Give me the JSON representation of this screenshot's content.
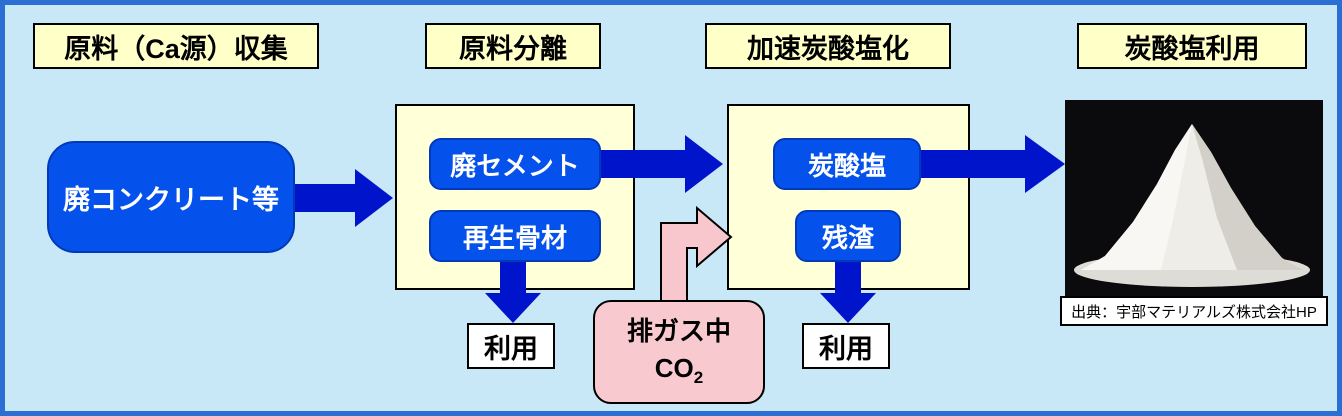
{
  "stages": [
    {
      "label": "原料（Ca源）収集"
    },
    {
      "label": "原料分離"
    },
    {
      "label": "加速炭酸塩化"
    },
    {
      "label": "炭酸塩利用"
    }
  ],
  "flow": {
    "waste_concrete": "廃コンクリート等",
    "waste_cement": "廃セメント",
    "recycled_aggregate": "再生骨材",
    "use_left": "利用",
    "carbonate": "炭酸塩",
    "residue": "残渣",
    "use_right": "利用",
    "exhaust": {
      "line1": "排ガス中",
      "co": "CO",
      "sub": "2"
    },
    "caption": "出典：宇部マテリアルズ株式会社HP"
  },
  "colors": {
    "background": "#C8E8F7",
    "frame_border": "#2B6FD4",
    "stage_label_bg": "#FFFFC8",
    "group_box_bg": "#FFFFD8",
    "node_blue": "#0551EC",
    "arrow_blue": "#0014CC",
    "pink": "#F8C9CF"
  }
}
